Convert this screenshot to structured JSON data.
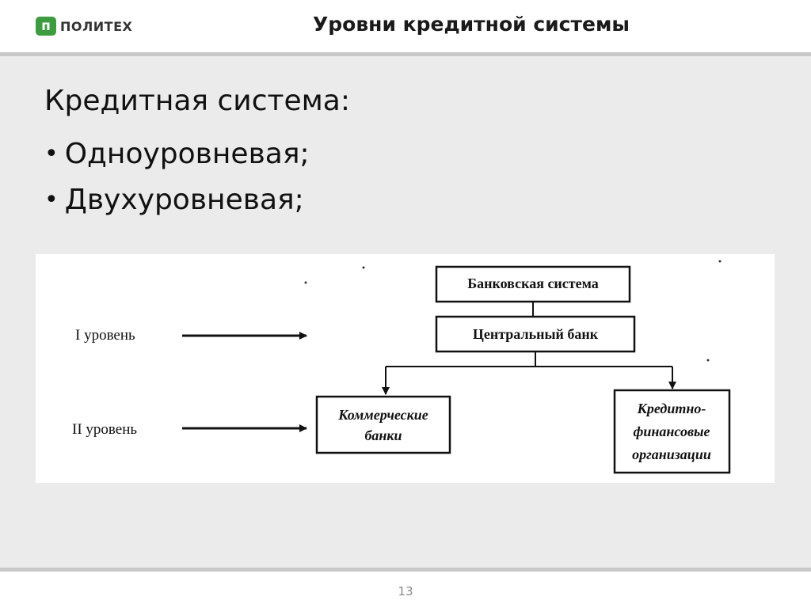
{
  "header": {
    "logo_mark": "п",
    "logo_text": "ПОЛИТЕХ",
    "title": "Уровни кредитной системы"
  },
  "content": {
    "heading": "Кредитная система:",
    "bullets": [
      "Одноуровневая;",
      "Двухуровневая;"
    ]
  },
  "diagram": {
    "level_1": "I уровень",
    "level_2": "II уровень",
    "banking_system": "Банковская система",
    "central_bank": "Центральный банк",
    "commercial_banks": [
      "Коммерческие",
      "банки"
    ],
    "credit_orgs": [
      "Кредитно-",
      "финансовые",
      "организации"
    ]
  },
  "footer": {
    "page_number": "13"
  }
}
